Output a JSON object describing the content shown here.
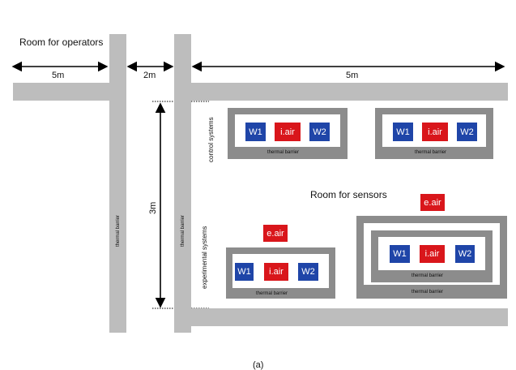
{
  "labels": {
    "room_operators": "Room for operators",
    "room_sensors": "Room for sensors",
    "dim_5m_left": "5m",
    "dim_2m": "2m",
    "dim_5m_right": "5m",
    "dim_3m": "3m",
    "thermal_barrier": "thermal barrier",
    "control_systems": "control systems",
    "experimental_systems": "experimental systems",
    "w1": "W1",
    "w2": "W2",
    "iair": "i.air",
    "eair": "e.air",
    "caption": "(a)"
  },
  "colors": {
    "wall": "#bdbdbd",
    "barrier": "#8c8c8c",
    "water": "#1f45a8",
    "air": "#d9161b"
  }
}
